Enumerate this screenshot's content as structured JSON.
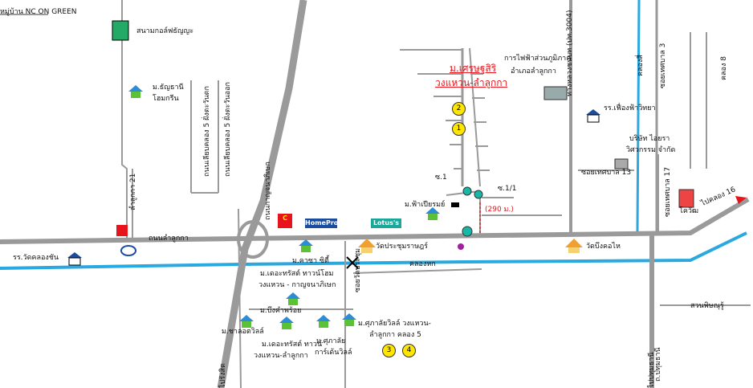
{
  "brands": {
    "homepro": "HomePro",
    "lotus": "Lotus's",
    "bigc": "C"
  },
  "markers": {
    "1": "1",
    "2": "2",
    "3": "3",
    "4": "4"
  },
  "labels": {
    "nc_on_green": "หมู่บ้าน NC ON GREEN",
    "golf": "สนามกอล์ฟธัญญะ",
    "thanya": "ม.ธัญธานี",
    "home_green": "โฮมกรีน",
    "project_name_1": "ม.เศรษฐสิริ",
    "project_name_2": "วงแหวน-ลำลูกกา",
    "pea_1": "การไฟฟ้าส่วนภูมิภาค",
    "pea_2": "อำเภอลำลูกกา",
    "school_pheung": "รร.เฟื่องฟ้าวิทยา",
    "company_1": "บริษัท ไอยรา",
    "company_2": "วิศวกรรม จำกัด",
    "soi_13": "ซอยเทศบาล 13",
    "soi_a1": "ซ.1",
    "soi_a11": "ซ.1/1",
    "distance": "(290 ม.)",
    "fafiang": "ม.ฟ้าเปียรมย์",
    "road_lam_luk_ka": "ถนนลำลูกกา",
    "wat_khlong": "รร.วัดคลองชัน",
    "wat_prachum": "วัดประชุมราษฎร์",
    "wat_bang": "วัดบึงคอไห",
    "khlong_hok": "คลองหก",
    "casa": "ม.คาซา ซิตี้",
    "trust_1": "ม.เดอะทรัสต์ ทาวน์โฮม",
    "trust_2": "วงแหวน - กาญจนาภิเษก",
    "bueng": "ม.บึงคำพร้อย",
    "chalot": "ม.ชาลอตวิลล์",
    "trust_town_1": "ม.เดอะทรัสต์ ทาวน์",
    "trust_town_2": "วงแหวน-ลำลูกกา",
    "supalai_1": "ม.ศุภาลัย",
    "supalai_2": "การ์เด้นวิลล์",
    "supalai_ville_1": "ม.ศุภาลัยวิลล์ วงแหวน-",
    "supalai_ville_2": "ลำลูกกา คลอง 5",
    "suan": "สวนพิษณุรู้",
    "wat_sign": "โควัฒ",
    "road_3004": "ทางหลวงชนบท (ปท.3004)",
    "kanchanaphisek": "ถนนกาญจนาภิเษก",
    "soi_5a": "ถนนเลียบคลอง 5 ฝั่งตะวันตก",
    "soi_5b": "ถนนเลียบคลอง 5 ฝั่งตะวันออก",
    "soi_21": "ลำลูกกา 21",
    "soi_wat": "ซอยวัดประชุม",
    "khlong_4": "คลองสี่",
    "khlong_3": "ซอยเทศบาล 3",
    "khlong_8": "คลอง 8",
    "soi_17": "ซอยเทศบาล 17",
    "pathum_road": "ถ.ปทุมธานี",
    "pathum_thani": "ไปปทุมธานี",
    "rangsit": "ไปรังสิต",
    "khlong_16": "ไปคลอง 16"
  }
}
